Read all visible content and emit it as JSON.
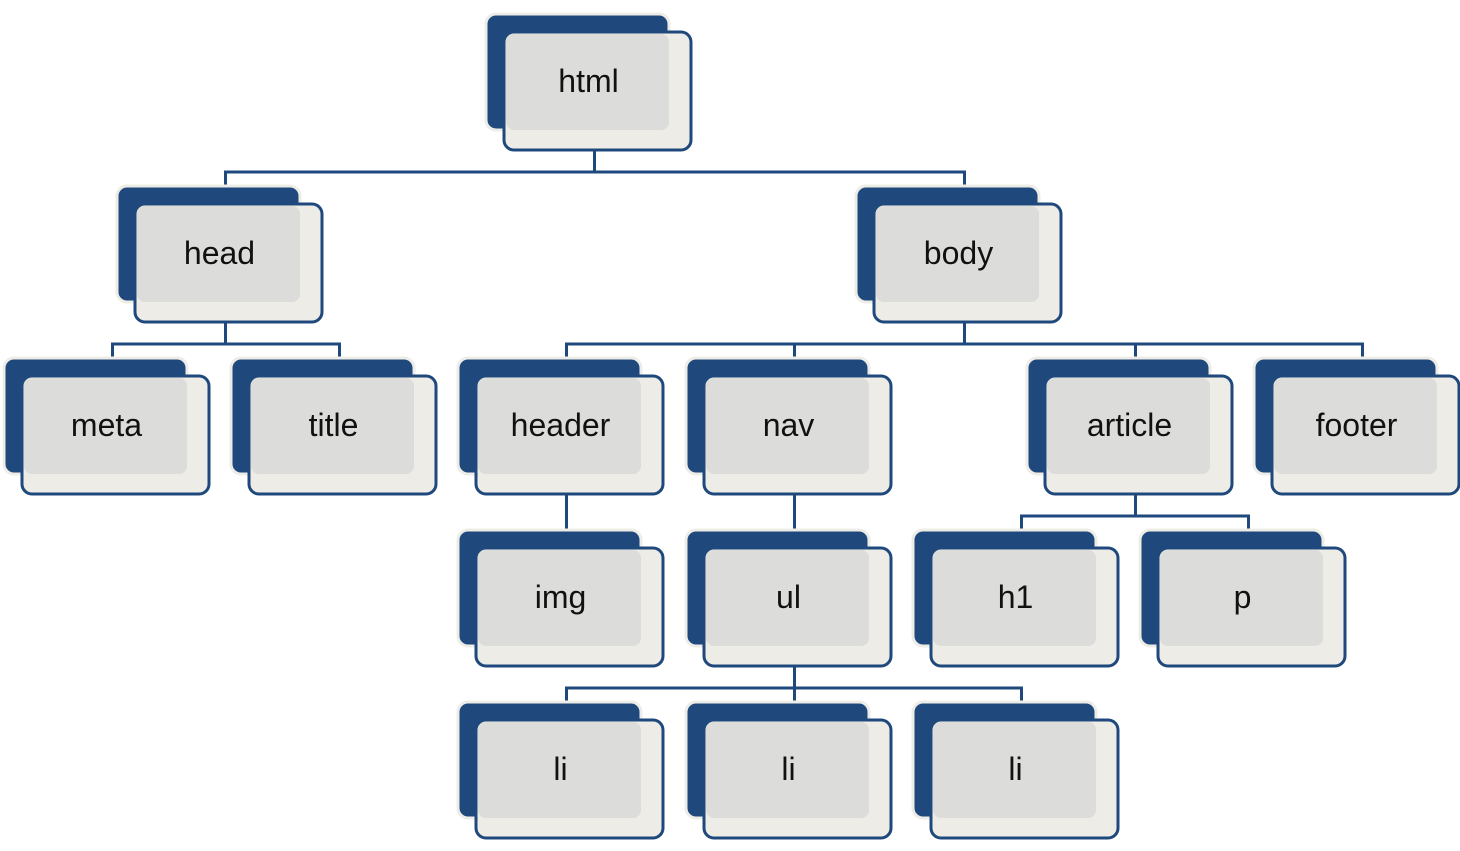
{
  "diagram": {
    "colors": {
      "back_card": "#1f497d",
      "front_card": "#eeece6",
      "front_card_inner": "#dcdcda",
      "border": "#1f497d",
      "connector": "#1f497d",
      "text": "#111111"
    },
    "nodes": {
      "html": "html",
      "head": "head",
      "body": "body",
      "meta": "meta",
      "title": "title",
      "header": "header",
      "nav": "nav",
      "article": "article",
      "footer": "footer",
      "img": "img",
      "ul": "ul",
      "h1": "h1",
      "p": "p",
      "li_1": "li",
      "li_2": "li",
      "li_3": "li"
    },
    "edges": [
      [
        "html",
        "head"
      ],
      [
        "html",
        "body"
      ],
      [
        "head",
        "meta"
      ],
      [
        "head",
        "title"
      ],
      [
        "body",
        "header"
      ],
      [
        "body",
        "nav"
      ],
      [
        "body",
        "article"
      ],
      [
        "body",
        "footer"
      ],
      [
        "header",
        "img"
      ],
      [
        "nav",
        "ul"
      ],
      [
        "article",
        "h1"
      ],
      [
        "article",
        "p"
      ],
      [
        "ul",
        "li_1"
      ],
      [
        "ul",
        "li_2"
      ],
      [
        "ul",
        "li_3"
      ]
    ]
  }
}
